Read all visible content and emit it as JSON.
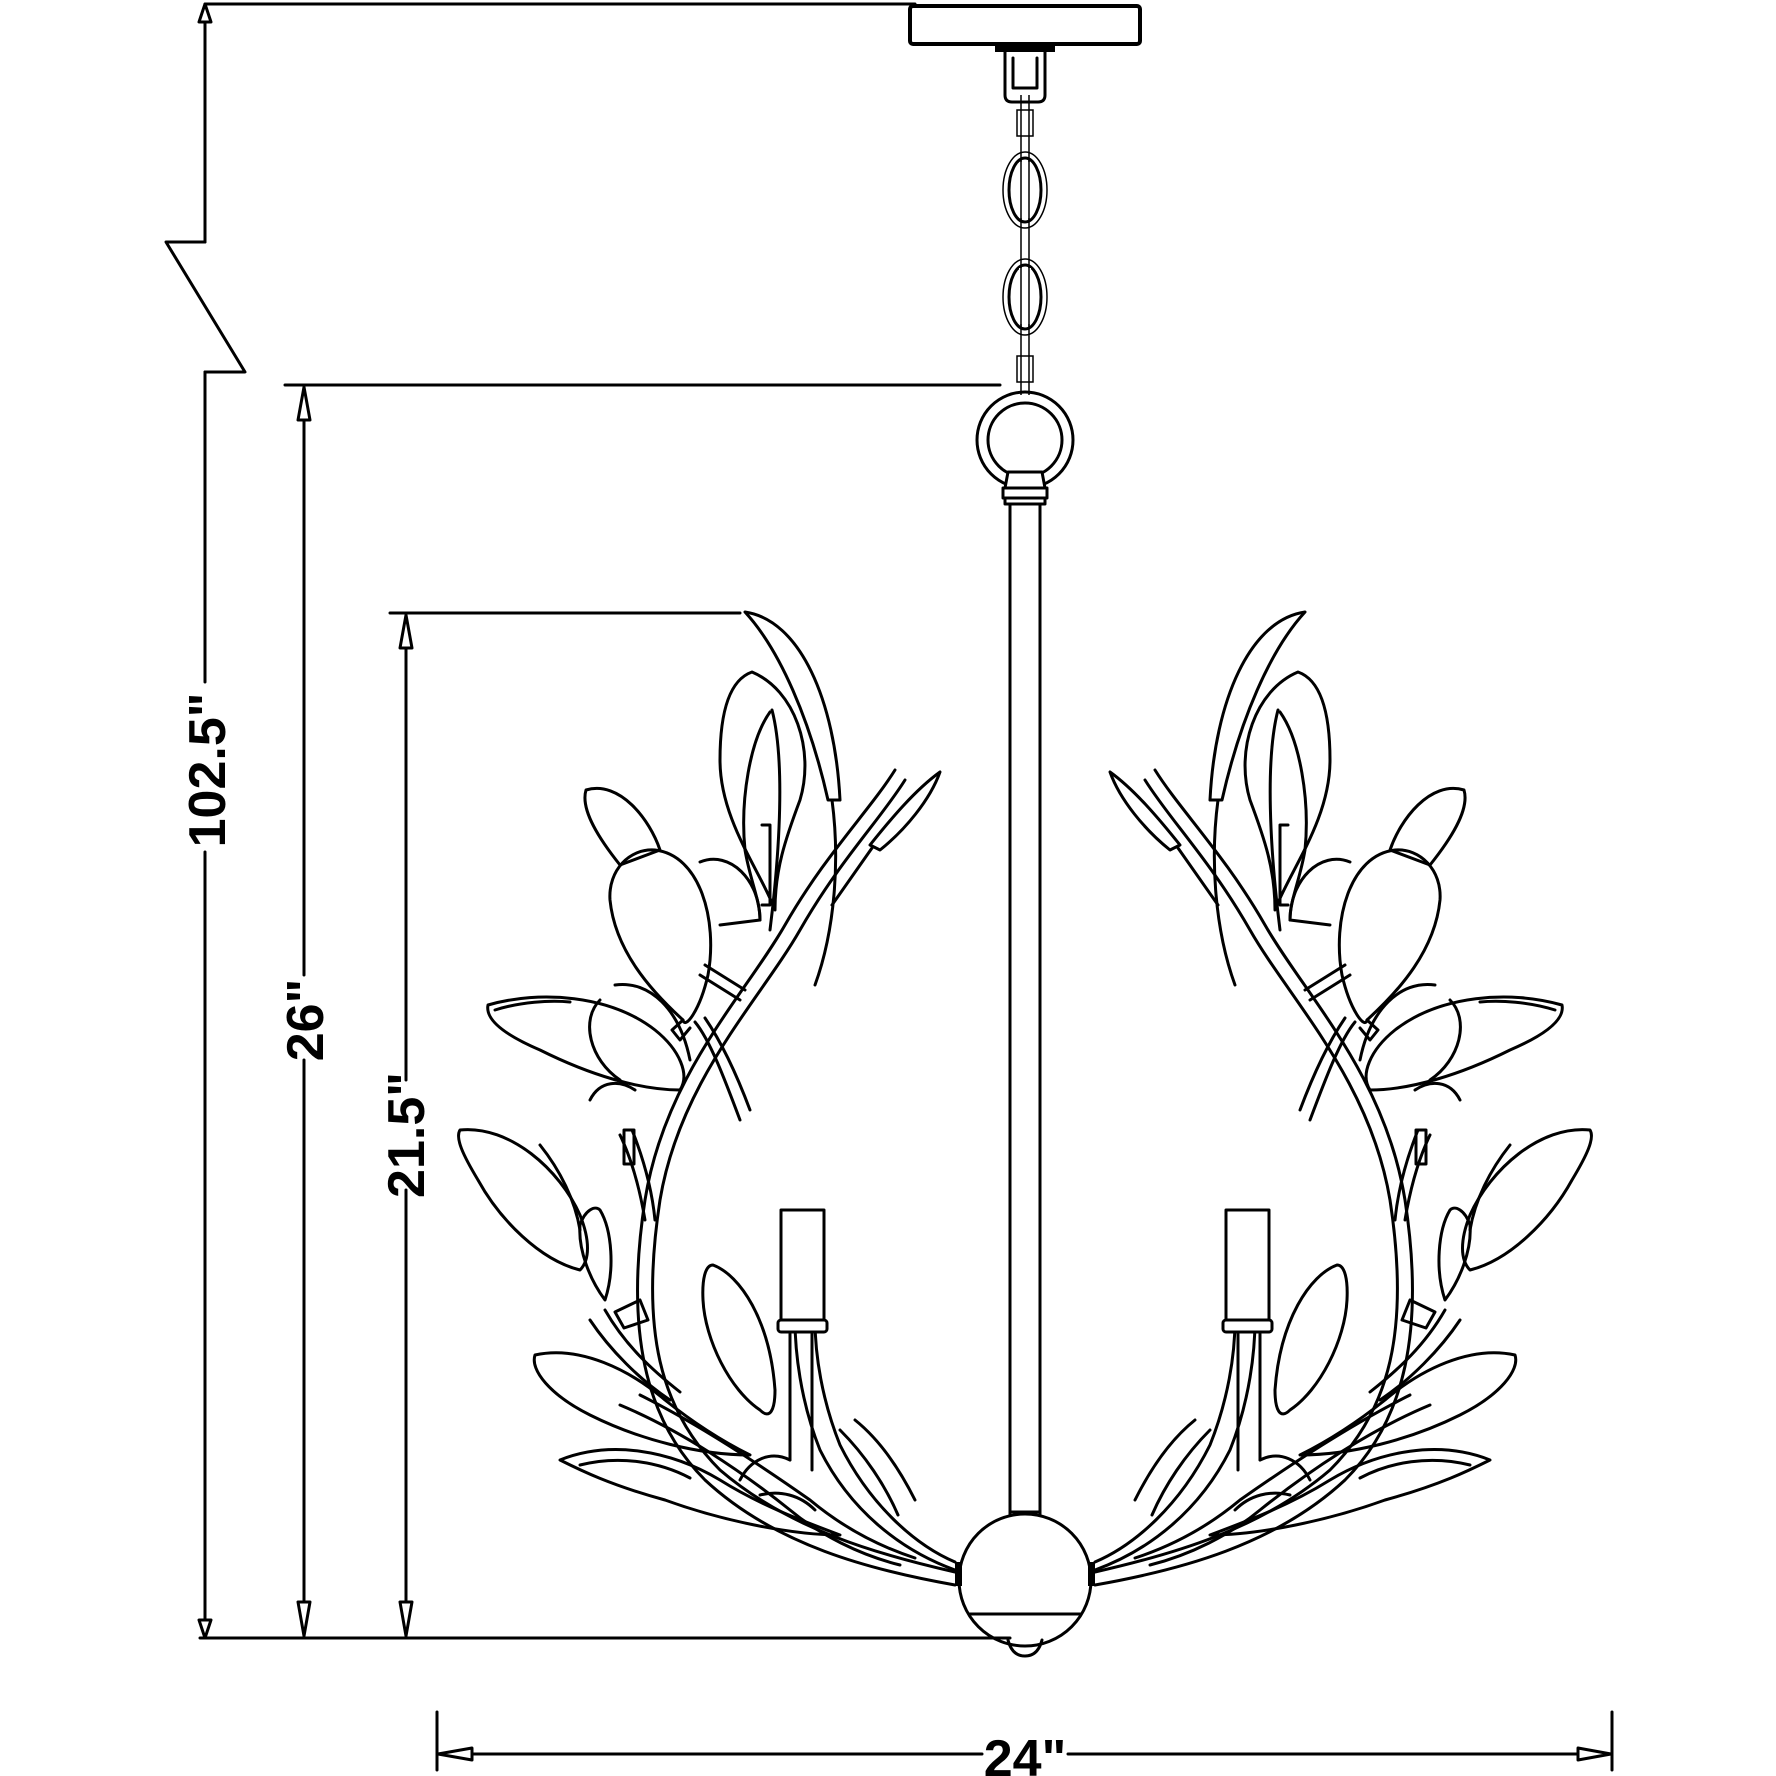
{
  "diagram": {
    "subject": "Chandelier with leaf-branch arms, technical dimension drawing",
    "colors": {
      "line": "#000000",
      "background": "#ffffff"
    },
    "dimensions": {
      "overall_height_max": {
        "label": "102.5\"",
        "orientation": "vertical"
      },
      "fixture_height": {
        "label": "26\"",
        "orientation": "vertical"
      },
      "body_height": {
        "label": "21.5\"",
        "orientation": "vertical"
      },
      "width": {
        "label": "24\"",
        "orientation": "horizontal"
      }
    },
    "components": [
      "canopy",
      "chain",
      "loop-ring",
      "center-rod",
      "center-ball",
      "leaf-branch-arms",
      "candle-sockets"
    ],
    "candle_count_visible": 2
  }
}
